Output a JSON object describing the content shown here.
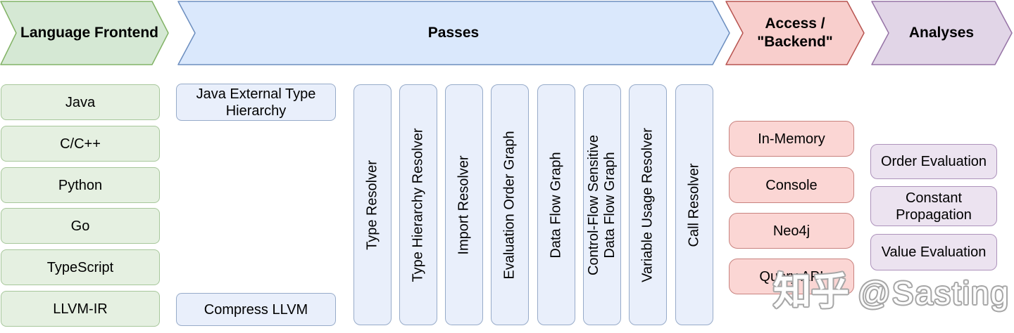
{
  "stages": [
    {
      "id": "language-frontend",
      "label": "Language Frontend"
    },
    {
      "id": "passes",
      "label": "Passes"
    },
    {
      "id": "access-backend",
      "label": "Access /\n\"Backend\""
    },
    {
      "id": "analyses",
      "label": "Analyses"
    }
  ],
  "frontend": {
    "items": [
      "Java",
      "C/C++",
      "Python",
      "Go",
      "TypeScript",
      "LLVM-IR"
    ]
  },
  "passes": {
    "java_external_type_hierarchy": "Java External Type Hierarchy",
    "compress_llvm": "Compress LLVM",
    "vertical_items": [
      "Type Resolver",
      "Type Hierarchy Resolver",
      "Import Resolver",
      "Evaluation Order Graph",
      "Data Flow Graph",
      "Control-Flow Sensitive\nData Flow Graph",
      "Variable Usage Resolver",
      "Call Resolver"
    ]
  },
  "backend": {
    "items": [
      "In-Memory",
      "Console",
      "Neo4j",
      "Query API"
    ]
  },
  "analyses": {
    "items": [
      "Order Evaluation",
      "Constant Propagation",
      "Value Evaluation"
    ]
  },
  "watermark": {
    "logo": "知乎",
    "handle": "@Sasting"
  },
  "colors": {
    "green_fill": "#d5e8d4",
    "green_stroke": "#82b366",
    "blue_fill": "#dae8fc",
    "blue_stroke": "#6c8ebf",
    "red_fill": "#f8cecc",
    "red_stroke": "#b85450",
    "purple_fill": "#e1d5e7",
    "purple_stroke": "#9673a6"
  }
}
